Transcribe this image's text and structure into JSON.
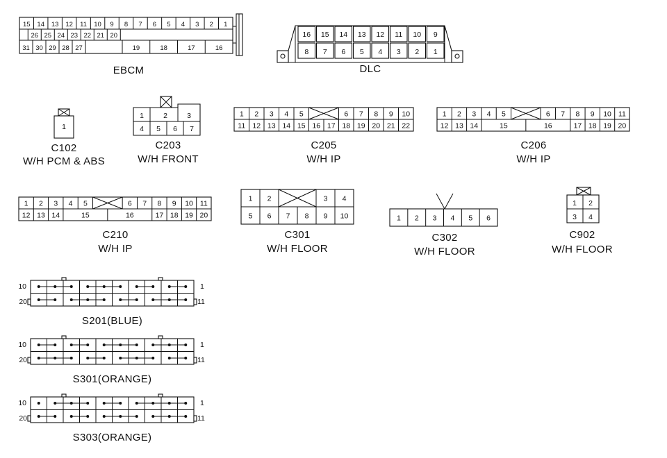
{
  "connectors": {
    "ebcm": {
      "label": "EBCM",
      "row1": [
        "15",
        "14",
        "13",
        "12",
        "11",
        "10",
        "9",
        "8",
        "7",
        "6",
        "5",
        "4",
        "3",
        "2",
        "1"
      ],
      "row2": [
        "26",
        "25",
        "24",
        "23",
        "22",
        "21",
        "20"
      ],
      "row3_left": [
        "31",
        "30",
        "29",
        "28",
        "27"
      ],
      "row3_right": [
        "19",
        "18",
        "17",
        "16"
      ]
    },
    "dlc": {
      "label": "DLC",
      "top": [
        "16",
        "15",
        "14",
        "13",
        "12",
        "11",
        "10",
        "9"
      ],
      "bottom": [
        "8",
        "7",
        "6",
        "5",
        "4",
        "3",
        "2",
        "1"
      ]
    },
    "c102": {
      "label": "C102",
      "sublabel": "W/H PCM & ABS",
      "pins": [
        "1"
      ]
    },
    "c203": {
      "label": "C203",
      "sublabel": "W/H FRONT",
      "top": [
        "1",
        "2",
        "3"
      ],
      "bottom": [
        "4",
        "5",
        "6",
        "7"
      ]
    },
    "c205": {
      "label": "C205",
      "sublabel": "W/H IP",
      "top_left": [
        "1",
        "2",
        "3",
        "4",
        "5"
      ],
      "top_right": [
        "6",
        "7",
        "8",
        "9",
        "10"
      ],
      "bottom": [
        "11",
        "12",
        "13",
        "14",
        "15",
        "16",
        "17",
        "18",
        "19",
        "20",
        "21",
        "22"
      ]
    },
    "c206": {
      "label": "C206",
      "sublabel": "W/H IP",
      "top_left": [
        "1",
        "2",
        "3",
        "4",
        "5"
      ],
      "top_right": [
        "6",
        "7",
        "8",
        "9",
        "10",
        "11"
      ],
      "bottom_left": [
        "12",
        "13",
        "14"
      ],
      "bottom_mid": [
        "15",
        "16"
      ],
      "bottom_right": [
        "17",
        "18",
        "19",
        "20"
      ]
    },
    "c210": {
      "label": "C210",
      "sublabel": "W/H IP",
      "top_left": [
        "1",
        "2",
        "3",
        "4",
        "5"
      ],
      "top_right": [
        "6",
        "7",
        "8",
        "9",
        "10",
        "11"
      ],
      "bottom_left": [
        "12",
        "13",
        "14"
      ],
      "bottom_mid": [
        "15",
        "16"
      ],
      "bottom_right": [
        "17",
        "18",
        "19",
        "20"
      ]
    },
    "c301": {
      "label": "C301",
      "sublabel": "W/H FLOOR",
      "top_left": [
        "1",
        "2"
      ],
      "top_right": [
        "3",
        "4"
      ],
      "bottom": [
        "5",
        "6",
        "7",
        "8",
        "9",
        "10"
      ]
    },
    "c302": {
      "label": "C302",
      "sublabel": "W/H FLOOR",
      "pins": [
        "1",
        "2",
        "3",
        "4",
        "5",
        "6"
      ]
    },
    "c902": {
      "label": "C902",
      "sublabel": "W/H FLOOR",
      "top": [
        "1",
        "2"
      ],
      "bottom": [
        "3",
        "4"
      ]
    }
  },
  "splices": [
    {
      "label": "S201(BLUE)",
      "left_top": "10",
      "left_bottom": "20",
      "right_top": "1",
      "right_bottom": "11"
    },
    {
      "label": "S301(ORANGE)",
      "left_top": "10",
      "left_bottom": "20",
      "right_top": "1",
      "right_bottom": "11"
    },
    {
      "label": "S303(ORANGE)",
      "left_top": "10",
      "left_bottom": "20",
      "right_top": "1",
      "right_bottom": "11"
    }
  ]
}
